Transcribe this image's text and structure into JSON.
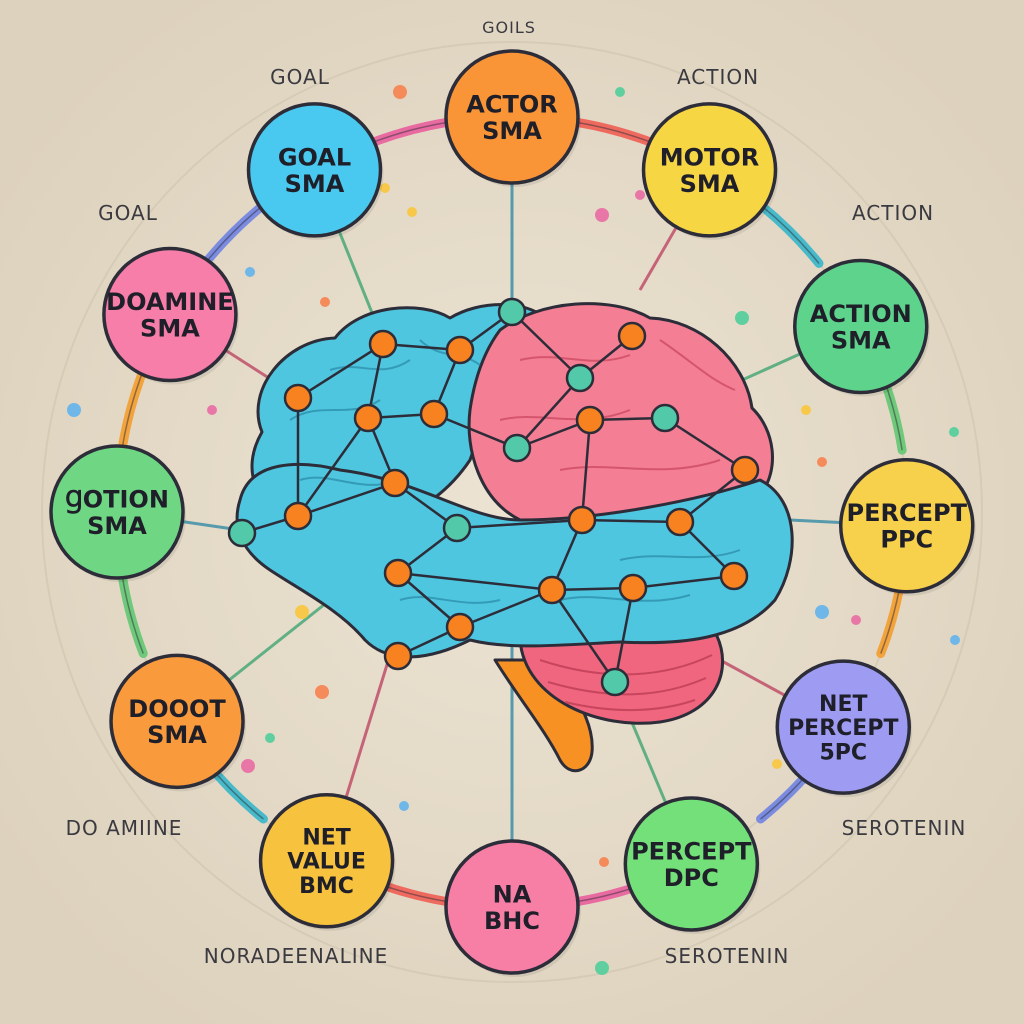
{
  "outer_labels": [
    {
      "id": "top",
      "text": "GOILS"
    },
    {
      "id": "goal-upper",
      "text": "GOAL"
    },
    {
      "id": "action-upper",
      "text": "ACTION"
    },
    {
      "id": "goal-left",
      "text": "GOAL"
    },
    {
      "id": "action-right",
      "text": "ACTION"
    },
    {
      "id": "dopamine-left",
      "text": "DO AMIINE"
    },
    {
      "id": "serotonin-right",
      "text": "SEROTENIN"
    },
    {
      "id": "noradrenaline-bottom",
      "text": "NORADEENALINE"
    },
    {
      "id": "serotonin-bottom",
      "text": "SEROTENIN"
    }
  ],
  "nodes": [
    {
      "id": "actor-sma",
      "lines": [
        "ACTOR",
        "SMA"
      ],
      "color": "#f99437"
    },
    {
      "id": "motor-sma",
      "lines": [
        "MOTOR",
        "SMA"
      ],
      "color": "#f7d644"
    },
    {
      "id": "action-sma",
      "lines": [
        "ACTION",
        "SMA"
      ],
      "color": "#5ed38c"
    },
    {
      "id": "percept-ppc",
      "lines": [
        "PERCEPT",
        "PPC"
      ],
      "color": "#f7d14b"
    },
    {
      "id": "net-percept-5pc",
      "lines": [
        "NET",
        "PERCEPT",
        "5PC"
      ],
      "color": "#9e9cf2"
    },
    {
      "id": "percept-dpc",
      "lines": [
        "PERCEPT",
        "DPC"
      ],
      "color": "#74e07a"
    },
    {
      "id": "na-bhc",
      "lines": [
        "NA",
        "BHC"
      ],
      "color": "#f77fa6"
    },
    {
      "id": "net-value-bmc",
      "lines": [
        "NET",
        "VALUE",
        "BMC"
      ],
      "color": "#f7c23e"
    },
    {
      "id": "dodot-sma",
      "lines": [
        "DOOOT",
        "SMA"
      ],
      "color": "#f99a3c"
    },
    {
      "id": "motion-sma",
      "lines": [
        "ꞬOTION",
        "SMA"
      ],
      "color": "#6fd684"
    },
    {
      "id": "doamine-sma",
      "lines": [
        "DOAMINE",
        "SMA"
      ],
      "color": "#f77ea8"
    },
    {
      "id": "goal-sma",
      "lines": [
        "GOAL",
        "SMA"
      ],
      "color": "#49c9ef"
    }
  ],
  "colors": {
    "background": "#e6dccb",
    "brain_blue": "#4fc6df",
    "brain_pink": "#f47e93",
    "cerebellum": "#f0667e",
    "brainstem": "#f79123",
    "neuron_orange": "#f7821f",
    "neuron_teal": "#52c9a8",
    "outline": "#2d2d3a"
  },
  "icons": [
    "brain-icon",
    "neuron-network"
  ]
}
